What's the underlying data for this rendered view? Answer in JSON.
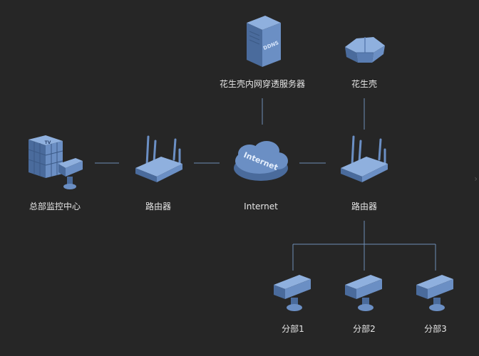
{
  "nodes": {
    "hq_monitor": {
      "label": "总部监控中心",
      "badge": "TV"
    },
    "router_left": {
      "label": "路由器"
    },
    "internet": {
      "label": "Internet",
      "cloud_text": "Internet"
    },
    "router_right": {
      "label": "路由器"
    },
    "ddns_server": {
      "label": "花生壳内网穿透服务器",
      "badge": "DDNS"
    },
    "peanut_shell": {
      "label": "花生壳"
    },
    "branch_1": {
      "label": "分部1"
    },
    "branch_2": {
      "label": "分部2"
    },
    "branch_3": {
      "label": "分部3"
    }
  },
  "colors": {
    "background": "#262626",
    "line": "#6f8fb5",
    "device_front": "#6b8fc4",
    "device_side": "#4a6b9c",
    "device_top": "#8fb0de",
    "label": "#e6e6e6"
  },
  "icons": {
    "hq_monitor": "monitor-wall-camera-icon",
    "router_left": "router-icon",
    "internet": "cloud-icon",
    "router_right": "router-icon",
    "ddns_server": "server-icon",
    "peanut_shell": "peanut-shell-device-icon",
    "branch_1": "camera-icon",
    "branch_2": "camera-icon",
    "branch_3": "camera-icon"
  }
}
